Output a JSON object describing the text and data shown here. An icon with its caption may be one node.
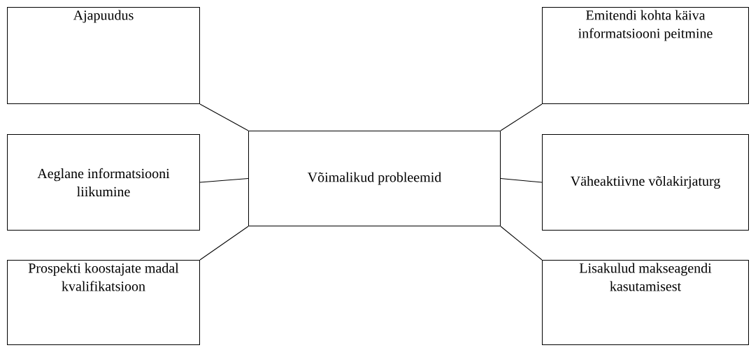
{
  "diagram": {
    "nodes": [
      {
        "text": [
          "Ajapuudus"
        ]
      },
      {
        "text": [
          "Emitendi kohta käiva informatsiooni peitmine"
        ]
      },
      {
        "text": [
          "Aeglane informatsiooni liikumine"
        ]
      },
      {
        "text": [
          "Võimalikud probleemid"
        ]
      },
      {
        "text": [
          "Väheaktiivne võlakirjaturg"
        ]
      },
      {
        "text": [
          "Prospekti koostajate madal kvalifikatsioon"
        ]
      },
      {
        "text": [
          "Lisakulud makseagendi kasutamisest"
        ]
      }
    ],
    "edges": [
      {
        "from": 3,
        "to": 0,
        "arrow": "none"
      },
      {
        "from": 3,
        "to": 1,
        "arrow": "none"
      },
      {
        "from": 3,
        "to": 2,
        "arrow": "none"
      },
      {
        "from": 3,
        "to": 4,
        "arrow": "none"
      },
      {
        "from": 3,
        "to": 5,
        "arrow": "none"
      },
      {
        "from": 3,
        "to": 6,
        "arrow": "none"
      }
    ]
  }
}
